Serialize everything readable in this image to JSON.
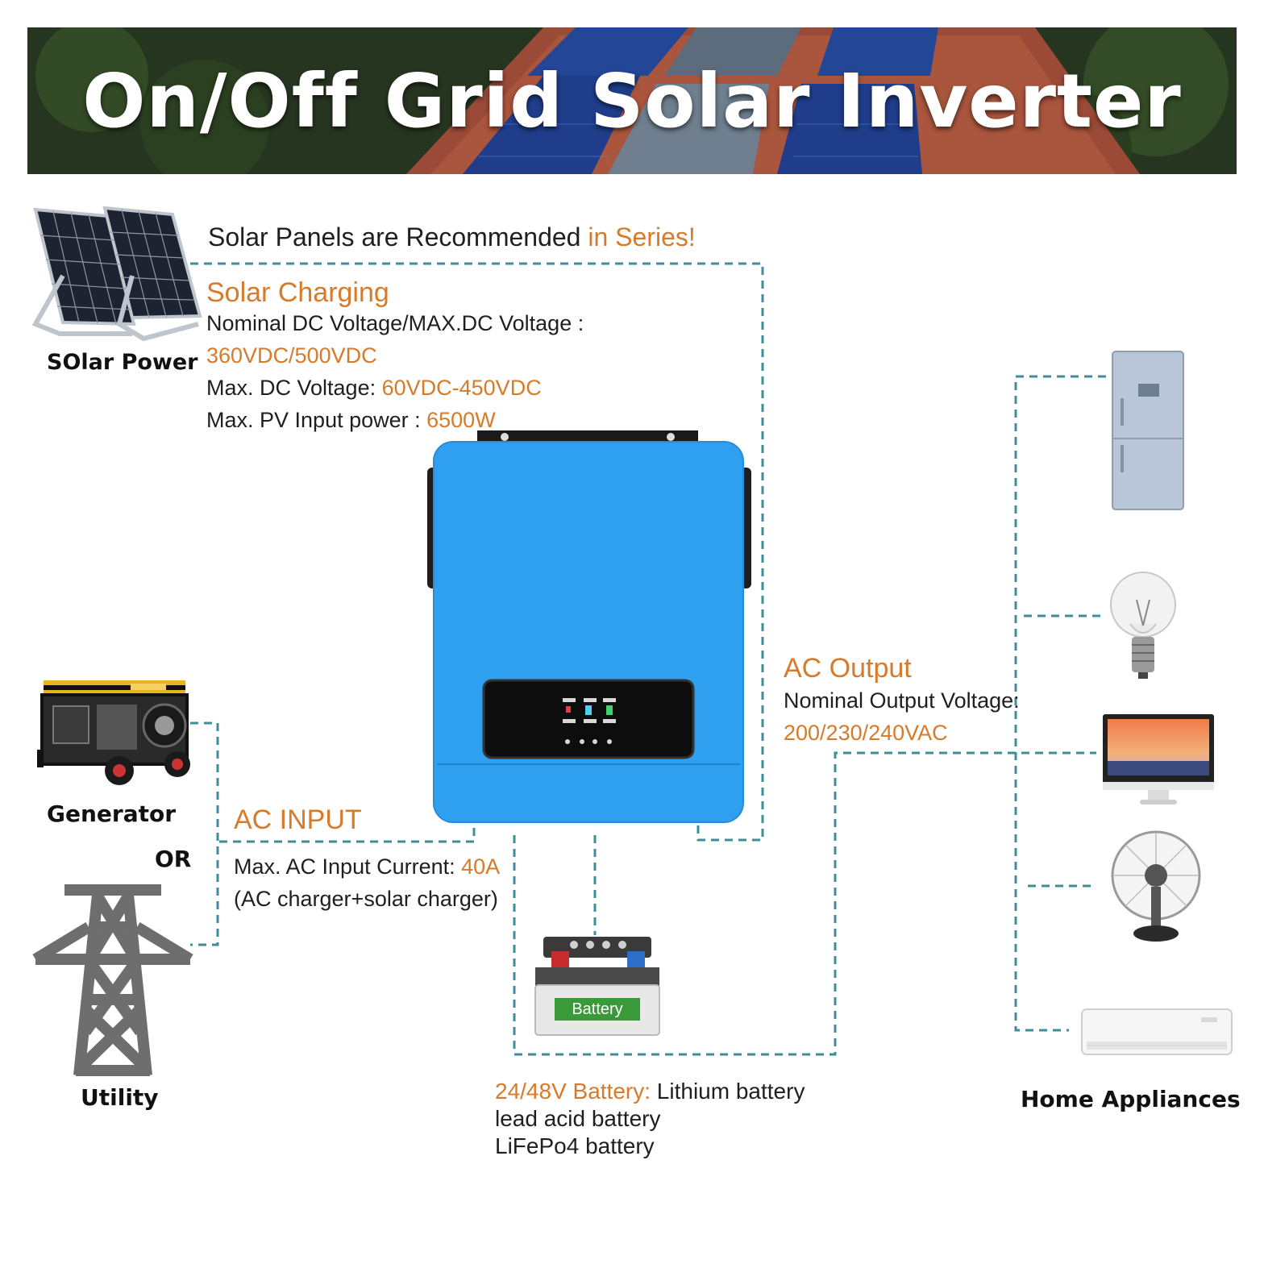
{
  "banner": {
    "title": "On/Off Grid Solar Inverter"
  },
  "solar": {
    "recommend_prefix": "Solar Panels are Recommended ",
    "recommend_highlight": "in Series!",
    "heading": "Solar Charging",
    "nominal_label": "Nominal DC Voltage/MAX.DC Voltage :",
    "nominal_value": "360VDC/500VDC",
    "max_dc_label": "Max. DC Voltage: ",
    "max_dc_value": "60VDC-450VDC",
    "max_pv_label": "Max. PV Input power : ",
    "max_pv_value": "6500W",
    "source_label": "SOlar Power"
  },
  "ac_input": {
    "heading": "AC INPUT",
    "current_label": "Max. AC Input Current: ",
    "current_value": "40A",
    "note": "(AC charger+solar charger)",
    "generator_label": "Generator",
    "or_label": "OR",
    "utility_label": "Utility"
  },
  "ac_output": {
    "heading": "AC Output",
    "voltage_label": "Nominal Output Voltage:",
    "voltage_value": "200/230/240VAC"
  },
  "battery": {
    "badge": "Battery",
    "type_label": "24/48V Battery: ",
    "type_1": "Lithium battery",
    "type_2": "lead acid battery",
    "type_3": "LiFePo4 battery"
  },
  "appliances": {
    "label": "Home Appliances"
  },
  "colors": {
    "accent": "#d77a2a",
    "inverter": "#2f9ff0",
    "connector": "#3c8f99"
  }
}
